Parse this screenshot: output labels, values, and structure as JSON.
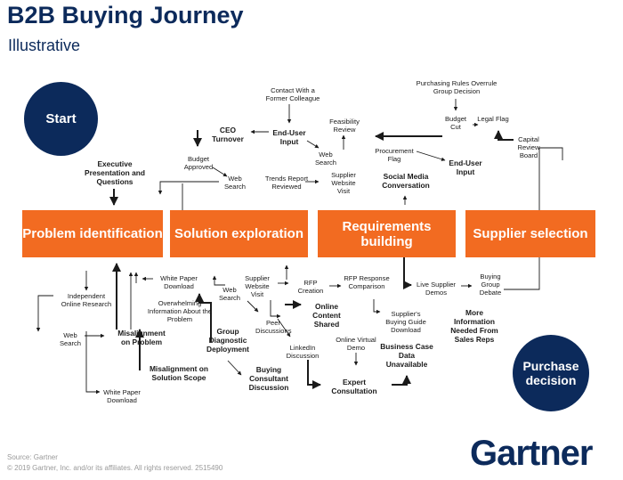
{
  "header": {
    "title": "B2B Buying Journey",
    "subtitle": "Illustrative"
  },
  "circles": {
    "start": "Start",
    "purchase": "Purchase decision"
  },
  "stages": {
    "problem": "Problem identification",
    "solution": "Solution exploration",
    "requirements": "Requirements building",
    "supplier": "Supplier selection"
  },
  "labels": {
    "contact": "Contact With a Former Colleague",
    "end_user_input_1": "End-User Input",
    "ceo_turnover": "CEO Turnover",
    "feasibility_review": "Feasibility Review",
    "web_search_top": "Web Search",
    "budget_approved": "Budget Approved",
    "exec_presentation": "Executive Presentation and Questions",
    "web_search_2": "Web Search",
    "trends_report": "Trends Report Reviewed",
    "supplier_visit_top": "Supplier Website Visit",
    "procurement_flag": "Procurement Flag",
    "social_media": "Social Media Conversation",
    "purchasing_rules": "Purchasing Rules Overrule Group Decision",
    "budget_cut": "Budget Cut",
    "legal_flag": "Legal Flag",
    "end_user_input_2": "End-User Input",
    "capital_review": "Capital Review Board",
    "independent_research": "Independent Online Research",
    "web_search_bottom_left": "Web Search",
    "white_paper_bottom": "White Paper Download",
    "white_paper_mid": "White Paper Download",
    "overwhelming_info": "Overwhelming Information About the Problem",
    "misalignment_problem": "Misalignment on Problem",
    "misalignment_solution": "Misalignment on Solution Scope",
    "web_search_mid": "Web Search",
    "group_diagnostic": "Group Diagnostic Deployment",
    "supplier_visit_mid": "Supplier Website Visit",
    "peer_discussions": "Peer Discussions",
    "buying_consultant": "Buying Consultant Discussion",
    "rfp_creation": "RFP Creation",
    "online_content": "Online Content Shared",
    "linkedin": "LinkedIn Discussion",
    "rfp_response": "RFP Response Comparison",
    "suppliers_guide": "Supplier's Buying Guide Download",
    "online_demo": "Online Virtual Demo",
    "business_case": "Business Case Data Unavailable",
    "expert_consultation": "Expert Consultation",
    "live_demos": "Live Supplier Demos",
    "buying_group_debate": "Buying Group Debate",
    "more_info": "More Information Needed From Sales Reps"
  },
  "footer": {
    "source": "Source: Gartner",
    "copyright": "© 2019 Gartner, Inc. and/or its affiliates. All rights reserved. 2515490",
    "logo": "Gartner"
  },
  "colors": {
    "navy": "#0c2a5b",
    "orange": "#f26b21"
  }
}
